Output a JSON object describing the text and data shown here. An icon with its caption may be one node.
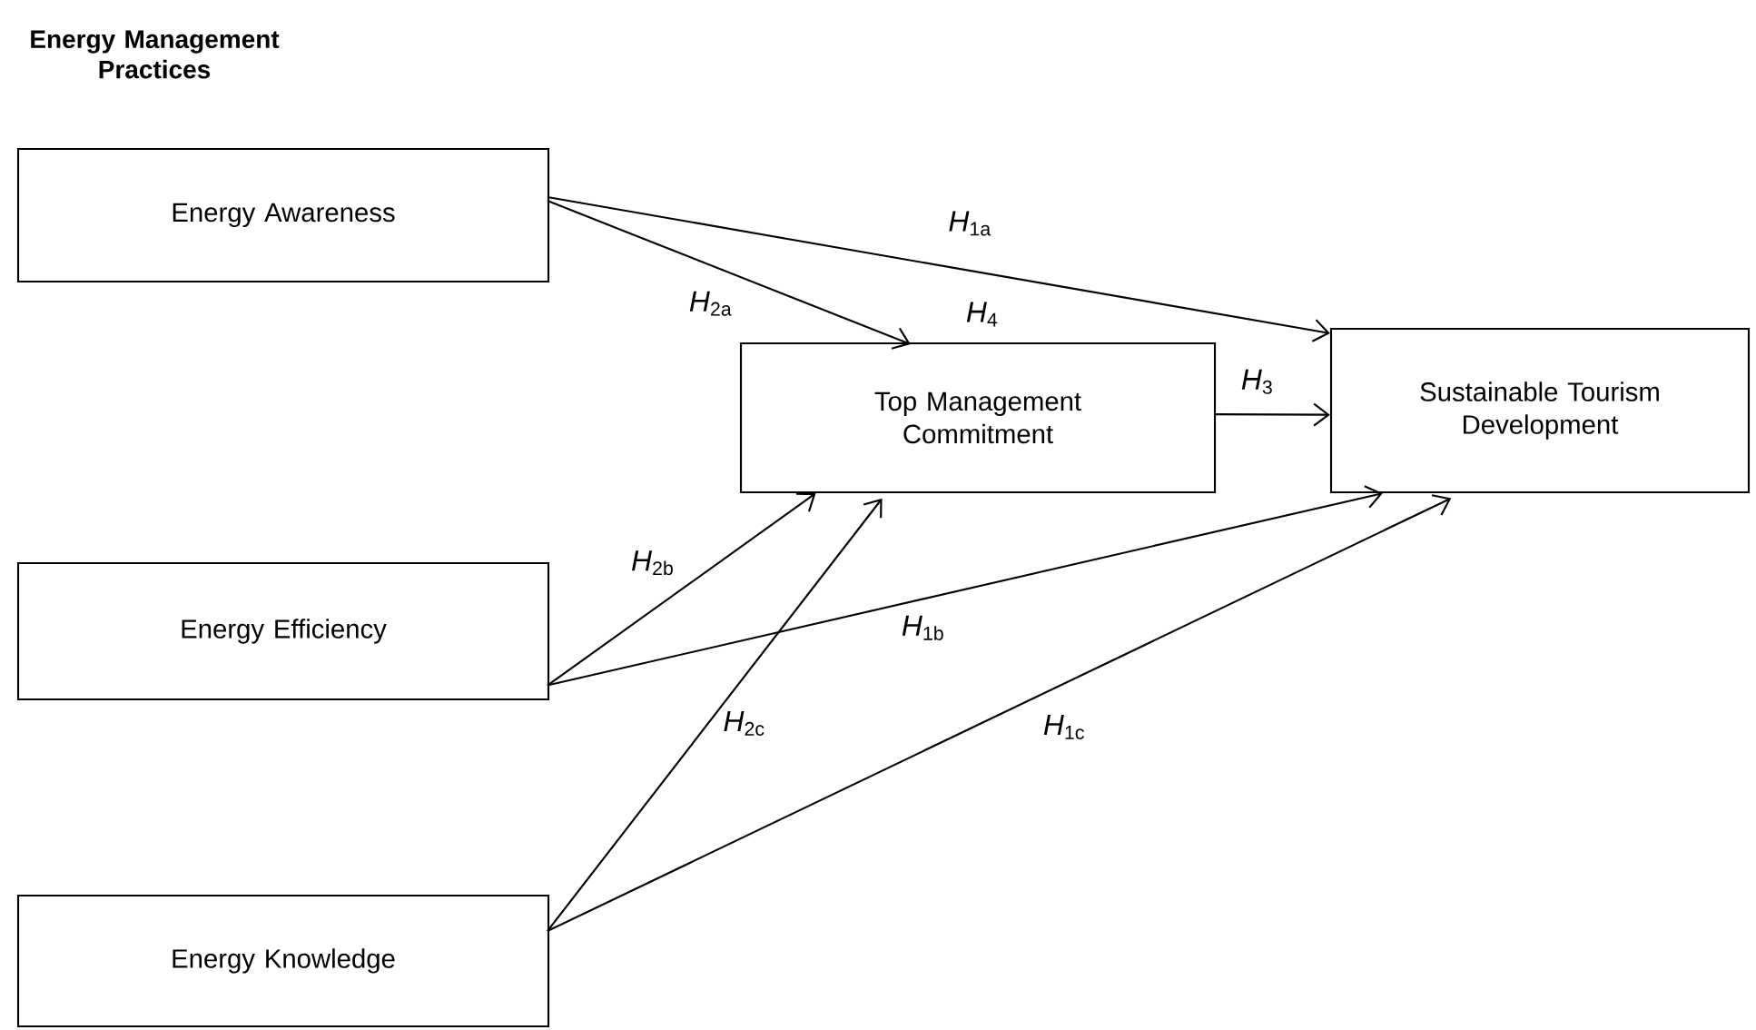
{
  "diagram": {
    "title": "Energy Management Practices",
    "nodes": [
      {
        "text": [
          "Energy Awareness"
        ]
      },
      {
        "text": [
          "Top Management Commitment"
        ]
      },
      {
        "text": [
          "Sustainable Tourism Development"
        ]
      },
      {
        "text": [
          "Energy Efficiency"
        ]
      },
      {
        "text": [
          "Energy Knowledge"
        ]
      }
    ],
    "edges": [
      {
        "from": 0,
        "to": 2,
        "arrow": "to",
        "label": "*H*$_{1a}$"
      },
      {
        "from": 0,
        "to": 1,
        "arrow": "to",
        "label": "*H*$_{2a}$"
      },
      {
        "from": 1,
        "to": 2,
        "arrow": "to",
        "label": "*H*$_{3}$"
      },
      {
        "from": 3,
        "to": 1,
        "arrow": "to",
        "label": "*H*$_{2b}$"
      },
      {
        "from": 3,
        "to": 2,
        "arrow": "to",
        "label": "*H*$_{1b}$"
      },
      {
        "from": 4,
        "to": 1,
        "arrow": "to",
        "label": "*H*$_{2c}$"
      },
      {
        "from": 4,
        "to": 2,
        "arrow": "to",
        "label": "*H*$_{1c}$"
      }
    ],
    "labels": [
      "*H*$_{4}$"
    ]
  }
}
